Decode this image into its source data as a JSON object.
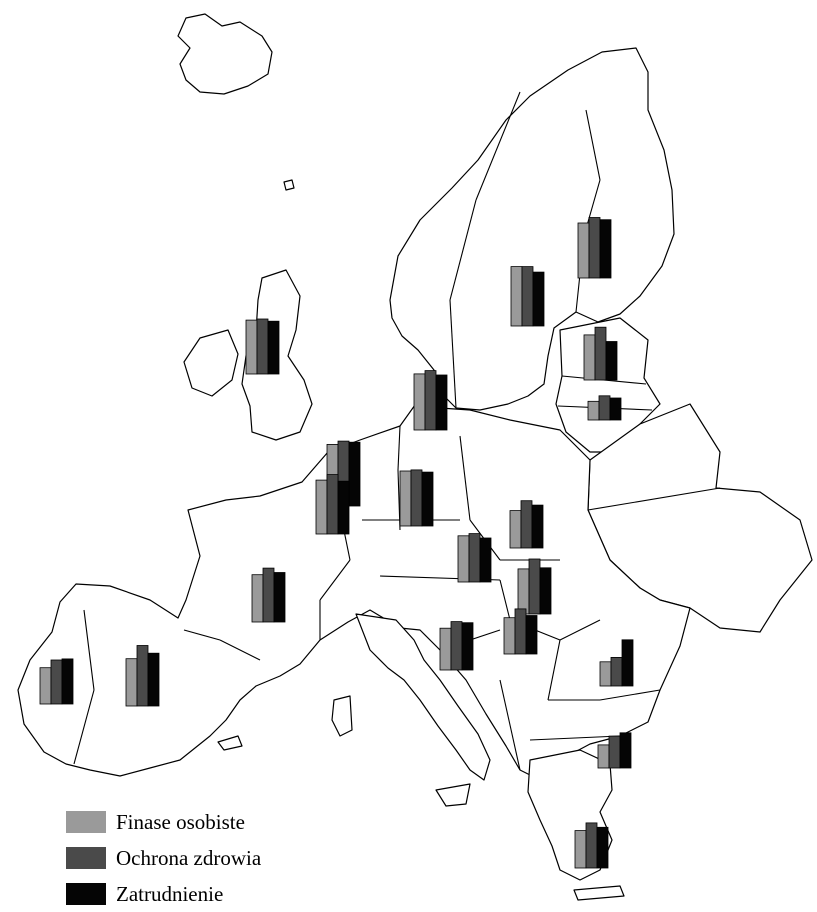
{
  "colors": {
    "finanse": "#9a9a9a",
    "zdrowie": "#4a4a4a",
    "zatrudnienie": "#050505"
  },
  "legend": [
    {
      "label": "Finase osobiste",
      "color": "#9a9a9a"
    },
    {
      "label": "Ochrona zdrowia",
      "color": "#4a4a4a"
    },
    {
      "label": "Zatrudnienie",
      "color": "#050505"
    }
  ],
  "countries": [
    {
      "id": "finland",
      "values": [
        5,
        5.5,
        5.3
      ]
    },
    {
      "id": "sweden",
      "values": [
        5.4,
        5.4,
        4.9
      ]
    },
    {
      "id": "estonia",
      "values": [
        4.1,
        4.8,
        3.5
      ]
    },
    {
      "id": "latvia",
      "values": [
        1.7,
        2.2,
        2.0
      ]
    },
    {
      "id": "uk",
      "values": [
        4.9,
        5.0,
        4.8
      ]
    },
    {
      "id": "denmark",
      "values": [
        5.1,
        5.4,
        5.0
      ]
    },
    {
      "id": "netherlands",
      "values": [
        5.6,
        5.9,
        5.8
      ]
    },
    {
      "id": "belgium",
      "values": [
        4.9,
        5.4,
        4.8
      ]
    },
    {
      "id": "germany",
      "values": [
        5.0,
        5.1,
        4.9
      ]
    },
    {
      "id": "poland",
      "values": [
        3.4,
        4.3,
        3.9
      ]
    },
    {
      "id": "czechia",
      "values": [
        4.2,
        4.4,
        4.0
      ]
    },
    {
      "id": "slovakia",
      "values": [
        4.1,
        5.0,
        4.2
      ]
    },
    {
      "id": "france",
      "values": [
        4.3,
        4.9,
        4.5
      ]
    },
    {
      "id": "austria",
      "values": [
        3.8,
        4.4,
        4.3
      ]
    },
    {
      "id": "hungary",
      "values": [
        3.3,
        4.1,
        3.5
      ]
    },
    {
      "id": "portugal",
      "values": [
        3.3,
        4.0,
        4.1
      ]
    },
    {
      "id": "spain",
      "values": [
        4.3,
        5.5,
        4.8
      ]
    },
    {
      "id": "romania",
      "values": [
        2.2,
        2.6,
        4.2
      ]
    },
    {
      "id": "bulgaria",
      "values": [
        2.1,
        2.9,
        3.2
      ]
    },
    {
      "id": "greece",
      "values": [
        3.4,
        4.1,
        3.7
      ]
    }
  ]
}
